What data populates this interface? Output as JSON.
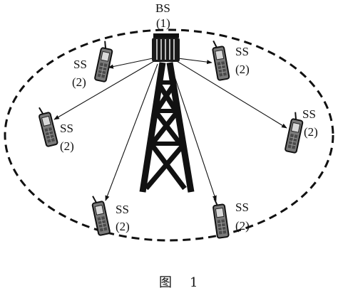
{
  "base_station": {
    "name": "BS",
    "index": "(1)"
  },
  "subscriber_label": {
    "name": "SS",
    "index": "(2)"
  },
  "caption": {
    "char": "图",
    "number": "1"
  },
  "colors": {
    "ink": "#111111",
    "phone_body": "#7a7a7a",
    "background": "#ffffff"
  },
  "icons": {
    "tower": "lattice-tower-icon",
    "phone": "mobile-phone-icon"
  }
}
